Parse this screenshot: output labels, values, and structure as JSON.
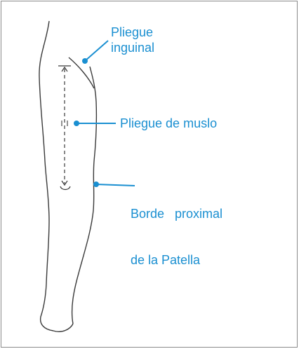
{
  "colors": {
    "accent": "#1a8fd1",
    "sketch": "#3a3a3a",
    "frame": "#8a8a8a"
  },
  "labels": {
    "inguinal": {
      "line1": "Pliegue",
      "line2": "inguinal"
    },
    "thigh": {
      "text": "Pliegue de muslo"
    },
    "patella": {
      "line1": "Borde   proximal",
      "line2": "de la Patella"
    }
  }
}
